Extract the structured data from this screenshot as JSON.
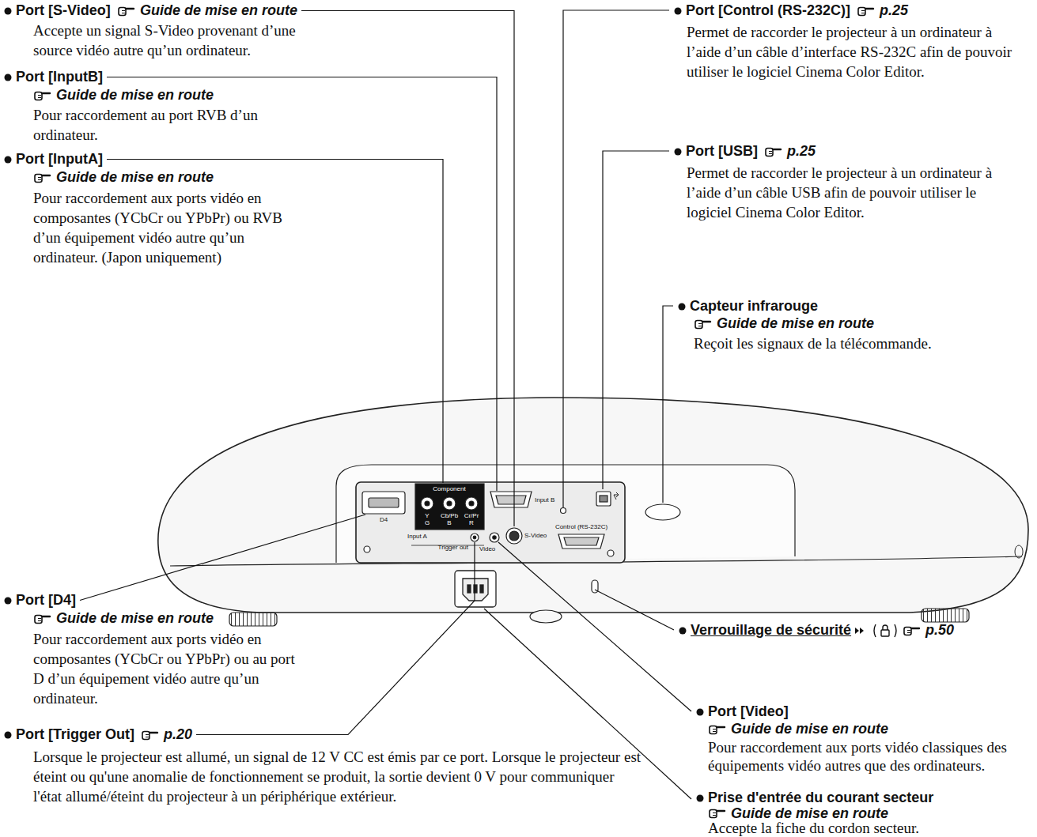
{
  "diagram": {
    "labels": [
      "Port [S-Video]",
      "Guide de mise en route",
      "Accepte un signal S-Video provenant d’une source vidéo autre qu’un ordinateur.",
      "Port [InputB]",
      "Guide de mise en route",
      "Pour raccordement au port RVB d’un ordinateur.",
      "Port [InputA]",
      "Guide de mise en route",
      "Pour raccordement aux ports vidéo en composantes (YCbCr ou YPbPr) ou RVB d’un équipement vidéo autre qu’un ordinateur. (Japon uniquement)",
      "Port [D4]",
      "Guide de mise en route",
      "Pour raccordement aux ports vidéo en composantes (YCbCr ou YPbPr) ou au port D d’un équipement vidéo autre qu’un ordinateur.",
      "Port [Trigger Out]",
      "p.20",
      "Lorsque le projecteur est allumé, un signal de 12 V CC est émis par ce port. Lorsque le projecteur est éteint ou qu'une anomalie de fonctionnement se produit, la sortie devient 0 V pour communiquer l'état allumé/éteint du projecteur à un périphérique extérieur.",
      "Port [Control (RS-232C)]",
      "p.25",
      "Permet de raccorder le projecteur à un ordinateur à l’aide d’un câble d’interface RS-232C afin de pouvoir utiliser le logiciel Cinema Color Editor.",
      "Port [USB]",
      "p.25",
      "Permet de raccorder le projecteur à un ordinateur à l’aide d’un câble USB afin de pouvoir utiliser le logiciel Cinema Color Editor.",
      "Capteur infrarouge",
      "Guide de mise en route",
      "Reçoit les signaux de la télécommande.",
      "Verrouillage de sécurité",
      "p.50",
      "Port [Video]",
      "Guide de mise en route",
      "Pour raccordement aux ports vidéo classiques des équipements vidéo autres que des ordinateurs.",
      "Prise d'entrée du courant secteur",
      "Guide de mise en route",
      "Accepte la fiche du cordon secteur.",
      "D4",
      "Component",
      "Y",
      "G",
      "Cb/Pb",
      "B",
      "Cr/Pr",
      "R",
      "Input B",
      "Input A",
      "Trigger out",
      "Video",
      "S-Video",
      "Control (RS-232C)"
    ]
  }
}
